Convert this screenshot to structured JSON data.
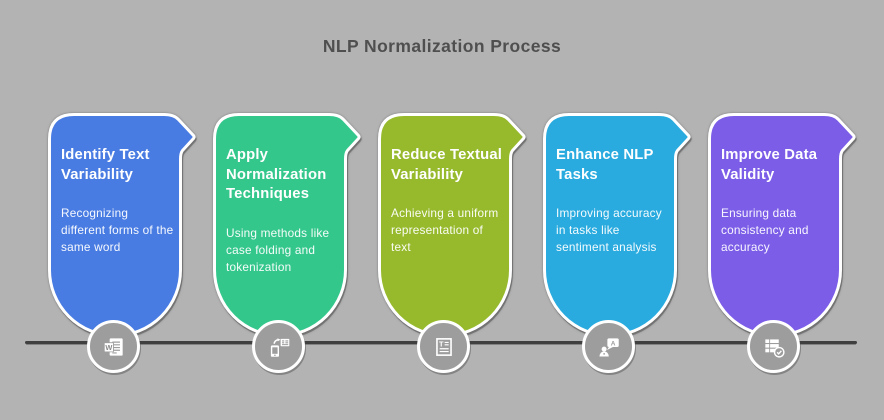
{
  "background_color": "#b3b3b3",
  "title": "NLP Normalization Process",
  "title_color": "#4f4f4f",
  "timeline": {
    "line_color": "#3f3f3f",
    "icon_circle_color": "#9d9d9d",
    "icon_ring_color": "#ffffff"
  },
  "steps": [
    {
      "title": "Identify Text Variability",
      "description": "Recognizing different forms of the same word",
      "color": "#497ce2",
      "icon": "word-document-icon"
    },
    {
      "title": "Apply Normalization Techniques",
      "description": "Using methods like case folding and tokenization",
      "color": "#34c78c",
      "icon": "mobile-sync-icon"
    },
    {
      "title": "Reduce Textual Variability",
      "description": "Achieving a uniform representation of text",
      "color": "#97ba2d",
      "icon": "text-document-icon"
    },
    {
      "title": "Enhance NLP Tasks",
      "description": "Improving accuracy in tasks like sentiment analysis",
      "color": "#2aabdf",
      "icon": "person-chat-icon"
    },
    {
      "title": "Improve Data Validity",
      "description": "Ensuring data consistency and accuracy",
      "color": "#7c5de8",
      "icon": "table-check-icon"
    }
  ]
}
